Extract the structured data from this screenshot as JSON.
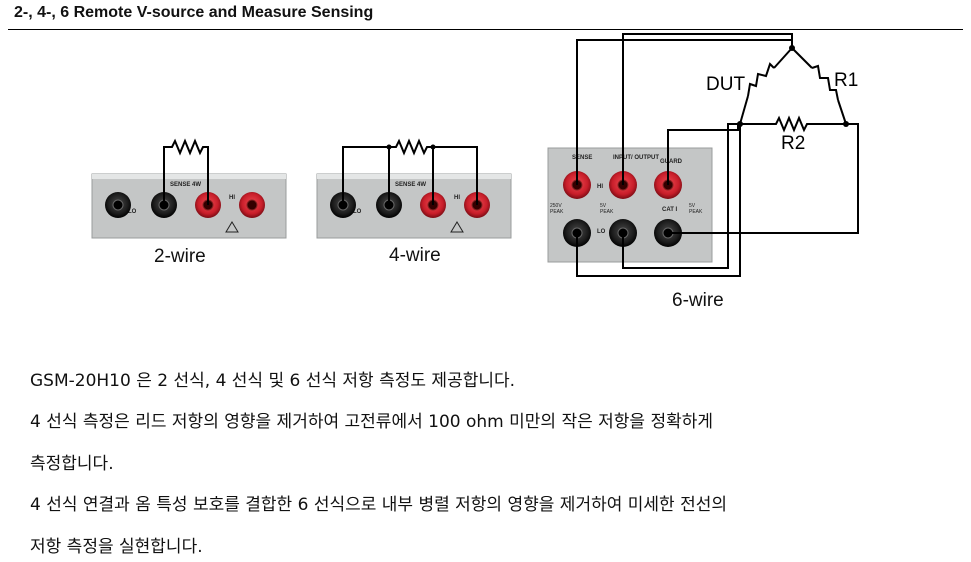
{
  "heading": "2-, 4-,  6 Remote V-source and Measure Sensing",
  "captions": {
    "two_wire": "2-wire",
    "four_wire": "4-wire",
    "six_wire": "6-wire"
  },
  "resistor_labels": {
    "dut": "DUT",
    "r1": "R1",
    "r2": "R2"
  },
  "panel_labels": {
    "sense_4w": "SENSE 4W",
    "lo": "LO",
    "hi": "HI",
    "sense": "SENSE",
    "input_output": "INPUT/ OUTPUT",
    "guard": "GUARD",
    "cat1": "CAT I",
    "v_5": "5V",
    "v_250": "250V",
    "peak": "PEAK"
  },
  "paragraphs": [
    "GSM-20H10 은 2 선식, 4 선식 및 6 선식 저항 측정도 제공합니다.",
    "4 선식 측정은 리드 저항의 영향을 제거하여 고전류에서 100 ohm 미만의 작은 저항을 정확하게",
    "측정합니다.",
    "4 선식 연결과 옴 특성 보호를 결합한 6 선식으로 내부 병렬 저항의 영향을 제거하여 미세한 전선의",
    "저항 측정을 실현합니다."
  ],
  "colors": {
    "jack_black": "#1c1c1c",
    "jack_red": "#d0222e",
    "panel": "#c4c6c6"
  }
}
